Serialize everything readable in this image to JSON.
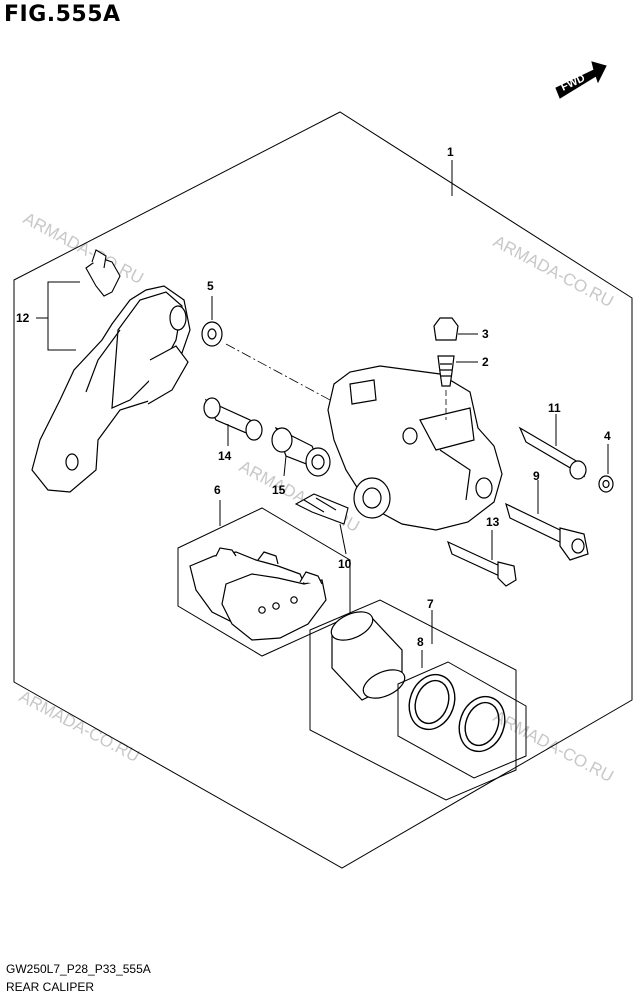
{
  "figure": {
    "title": "FIG.555A",
    "code": "GW250L7_P28_P33_555A",
    "caption": "REAR CALIPER"
  },
  "fwd_label": "FWD",
  "watermark_text": "ARMADA-CO.RU",
  "callouts": {
    "c1": "1",
    "c2": "2",
    "c3": "3",
    "c4": "4",
    "c5": "5",
    "c6": "6",
    "c7": "7",
    "c8": "8",
    "c9": "9",
    "c10": "10",
    "c11": "11",
    "c12": "12",
    "c13": "13",
    "c14": "14",
    "c15": "15"
  }
}
